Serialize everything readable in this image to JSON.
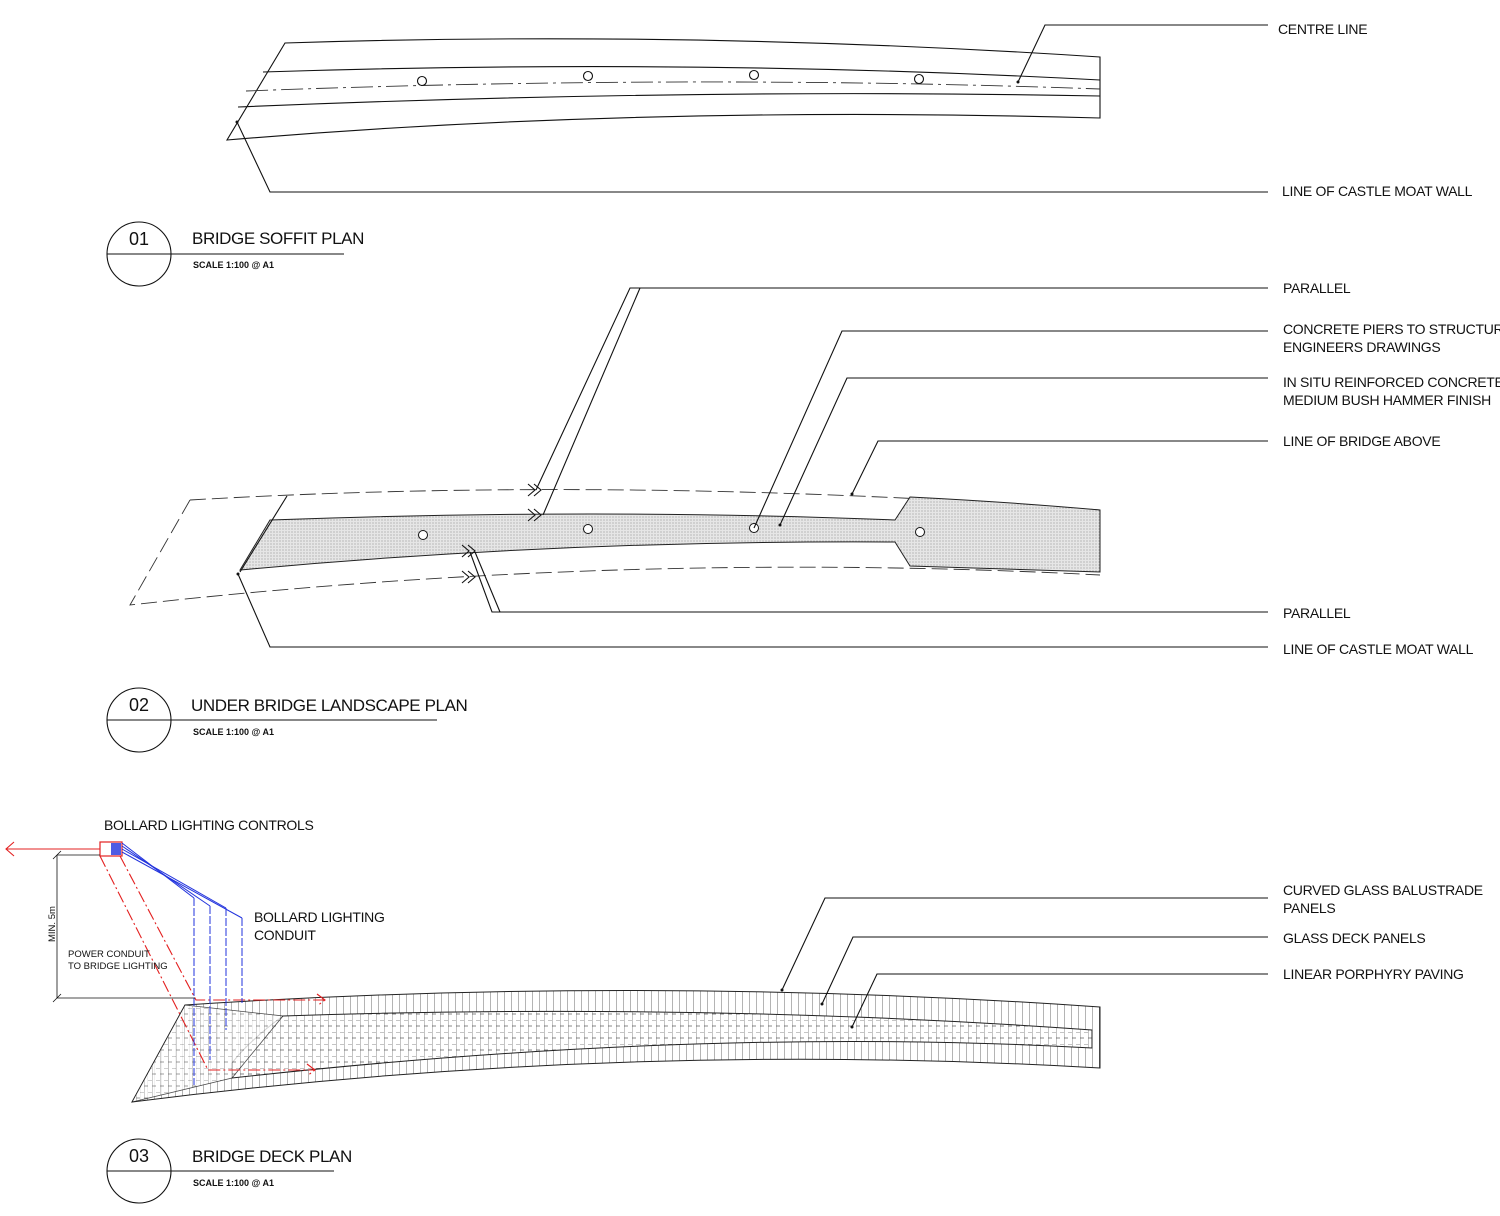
{
  "drawings": [
    {
      "number": "01",
      "title": "BRIDGE SOFFIT PLAN",
      "scale": "SCALE 1:100 @ A1"
    },
    {
      "number": "02",
      "title": "UNDER BRIDGE LANDSCAPE PLAN",
      "scale": "SCALE 1:100 @ A1"
    },
    {
      "number": "03",
      "title": "BRIDGE DECK PLAN",
      "scale": "SCALE 1:100 @ A1"
    }
  ],
  "soffit_labels": {
    "centre_line": "CENTRE LINE",
    "moat_wall": "LINE OF CASTLE MOAT WALL"
  },
  "landscape_labels": {
    "parallel_top": "PARALLEL",
    "piers_1": "CONCRETE PIERS TO STRUCTURAL",
    "piers_2": "ENGINEERS DRAWINGS",
    "concrete_1": "IN SITU REINFORCED CONCRETE",
    "concrete_2": "MEDIUM BUSH HAMMER FINISH",
    "bridge_above": "LINE OF BRIDGE ABOVE",
    "parallel_bottom": "PARALLEL",
    "moat_wall": "LINE OF CASTLE MOAT WALL"
  },
  "deck_labels": {
    "controls": "BOLLARD LIGHTING CONTROLS",
    "conduit_1": "BOLLARD LIGHTING",
    "conduit_2": "CONDUIT",
    "power_1": "POWER CONDUIT",
    "power_2": "TO BRIDGE LIGHTING",
    "min_dim": "MIN. 5m",
    "balustrade_1": "CURVED GLASS BALUSTRADE",
    "balustrade_2": "PANELS",
    "glass_deck": "GLASS DECK PANELS",
    "paving": "LINEAR PORPHYRY PAVING"
  },
  "colors": {
    "power": "#e32020",
    "lighting": "#2233dd",
    "ink": "#111111"
  }
}
